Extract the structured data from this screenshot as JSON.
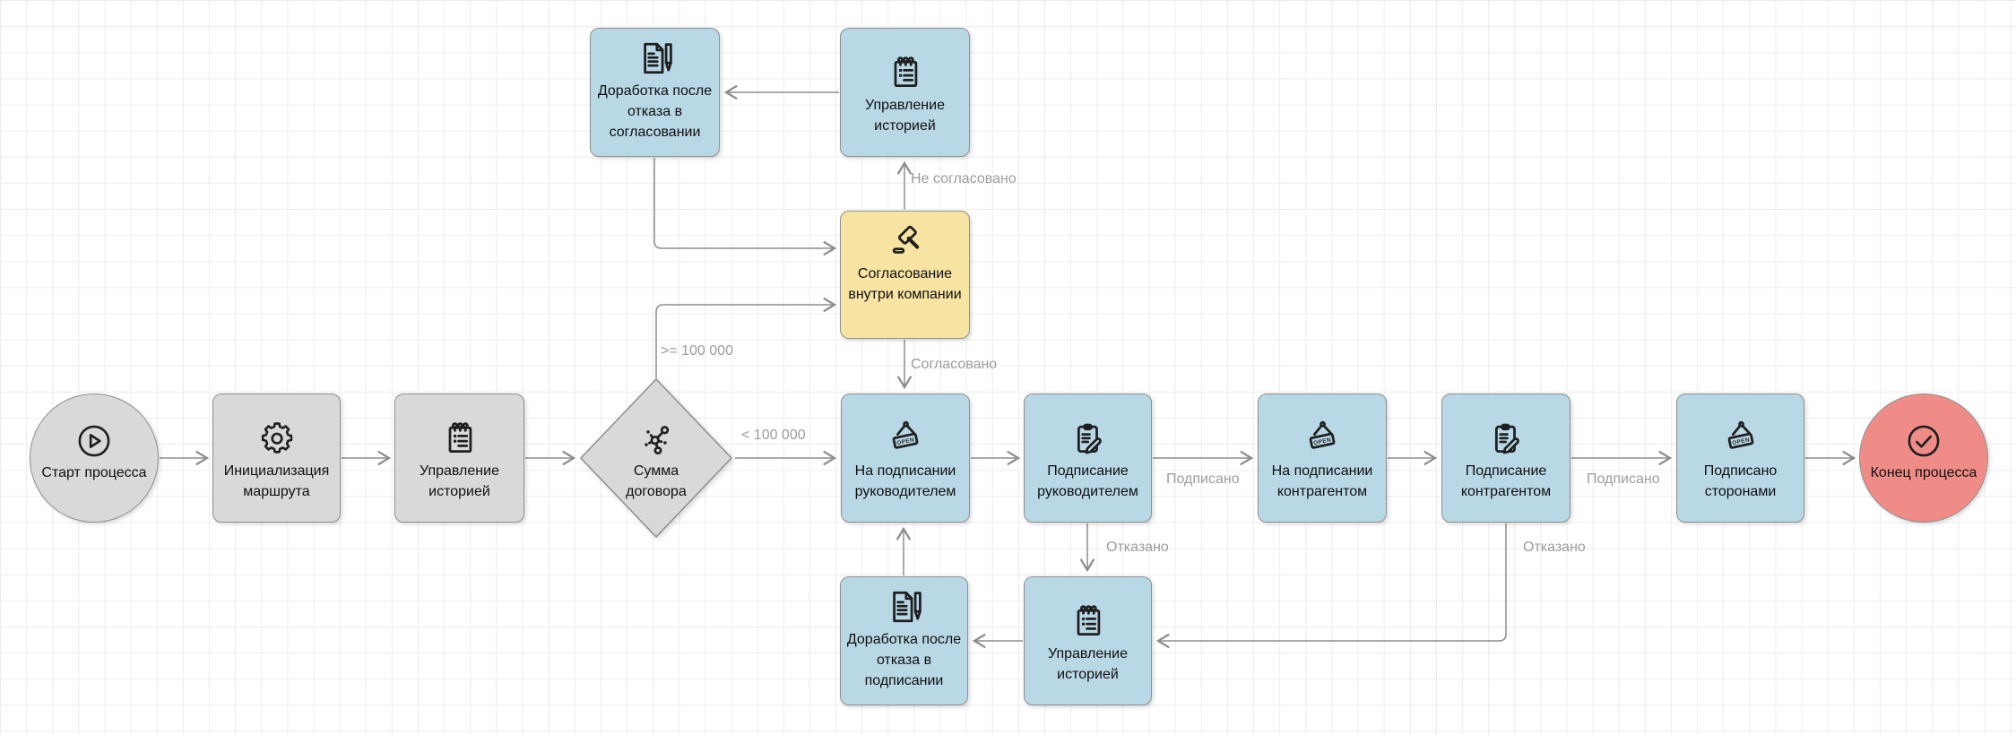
{
  "diagram": {
    "nodes": {
      "start": {
        "label": "Старт процесса",
        "type": "start-event"
      },
      "init": {
        "label": "Инициализация маршрута",
        "type": "task"
      },
      "history_main": {
        "label": "Управление историей",
        "type": "task"
      },
      "amount": {
        "label": "Сумма договора",
        "type": "gateway"
      },
      "rework_approval": {
        "label": "Доработка после отказа в согласовании",
        "type": "task"
      },
      "history_top": {
        "label": "Управление историей",
        "type": "task"
      },
      "approval": {
        "label": "Согласование внутри компании",
        "type": "task"
      },
      "waiting_head": {
        "label": "На подписании руководителем",
        "type": "task"
      },
      "signing_head": {
        "label": "Подписание руководителем",
        "type": "task"
      },
      "waiting_counter": {
        "label": "На подписании контрагентом",
        "type": "task"
      },
      "signing_counter": {
        "label": "Подписание контрагентом",
        "type": "task"
      },
      "signed_parties": {
        "label": "Подписано сторонами",
        "type": "task"
      },
      "end": {
        "label": "Конец процесса",
        "type": "end-event"
      },
      "rework_signing": {
        "label": "Доработка после отказа в подписании",
        "type": "task"
      },
      "history_bottom": {
        "label": "Управление историей",
        "type": "task"
      }
    },
    "edge_labels": {
      "ge_100000": ">= 100 000",
      "lt_100000": "< 100 000",
      "not_agreed": "Не согласовано",
      "agreed": "Согласовано",
      "signed_1": "Подписано",
      "signed_2": "Подписано",
      "rejected_1": "Отказано",
      "rejected_2": "Отказано"
    },
    "icons": {
      "open_sign_text": "OPEN"
    },
    "colors": {
      "task_default": "#d9d9d9",
      "task_active": "#b9d8e6",
      "task_approval": "#f7e3a2",
      "end_event": "#ef8c87",
      "node_border": "#8f8f8f",
      "edge": "#8d8d8d",
      "edge_label": "#9c9c9c",
      "grid": "#ececec"
    }
  }
}
